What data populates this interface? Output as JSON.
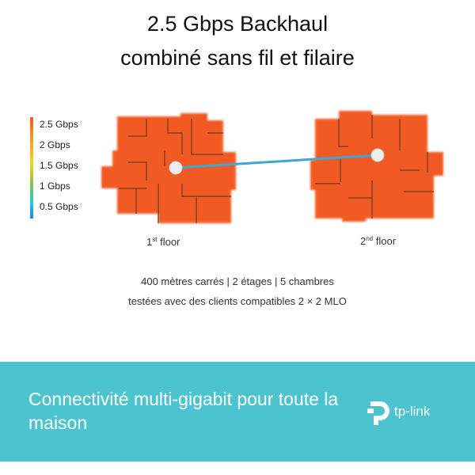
{
  "header": {
    "title_line1": "2.5 Gbps Backhaul",
    "title_line2": "combiné sans fil et filaire"
  },
  "legend": {
    "labels": [
      "2.5 Gbps",
      "2 Gbps",
      "1.5 Gbps",
      "1 Gbps",
      "0.5 Gbps"
    ],
    "colors": {
      "max": "#f05a22",
      "mid": "#e8d81f",
      "min": "#1e88e5"
    }
  },
  "floors": [
    {
      "sup": "st",
      "label": "floor",
      "num": "1"
    },
    {
      "sup": "nd",
      "label": "floor",
      "num": "2"
    }
  ],
  "info": {
    "line1": "400 mètres carrés | 2 étages | 5 chambres",
    "line2": "testées avec des clients compatibles 2 × 2 MLO"
  },
  "banner": {
    "text": "Connectivité multi-gigabit pour toute la maison",
    "color": "#4bc4cf"
  },
  "brand": {
    "name": "tp-link",
    "icon": "tp-link-logo-icon"
  },
  "colors": {
    "coverage": "#f15a22",
    "link": "#3aa8d8"
  }
}
